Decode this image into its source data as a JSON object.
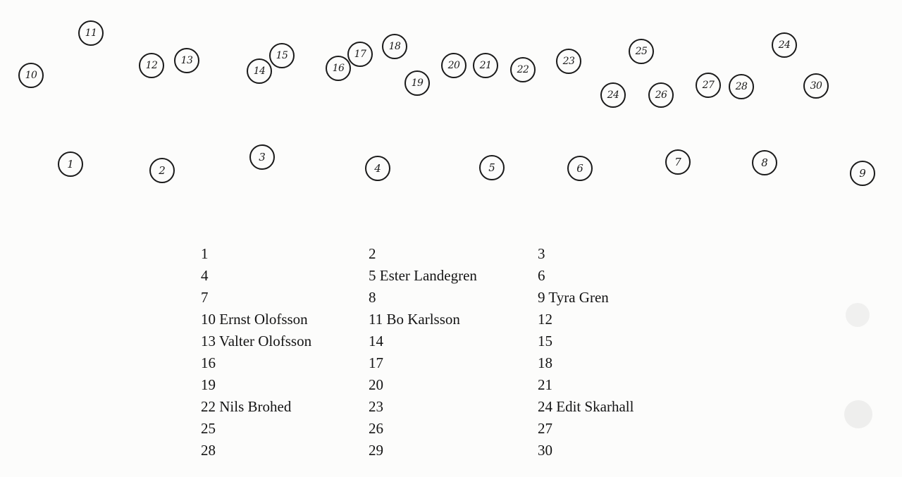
{
  "markers": [
    {
      "n": "1"
    },
    {
      "n": "2"
    },
    {
      "n": "3"
    },
    {
      "n": "4"
    },
    {
      "n": "5"
    },
    {
      "n": "6"
    },
    {
      "n": "7"
    },
    {
      "n": "8"
    },
    {
      "n": "9"
    },
    {
      "n": "10"
    },
    {
      "n": "11"
    },
    {
      "n": "12"
    },
    {
      "n": "13"
    },
    {
      "n": "14"
    },
    {
      "n": "15"
    },
    {
      "n": "16"
    },
    {
      "n": "17"
    },
    {
      "n": "18"
    },
    {
      "n": "19"
    },
    {
      "n": "20"
    },
    {
      "n": "21"
    },
    {
      "n": "22"
    },
    {
      "n": "23"
    },
    {
      "n": "24"
    },
    {
      "n": "25"
    },
    {
      "n": "24"
    },
    {
      "n": "26"
    },
    {
      "n": "27"
    },
    {
      "n": "28"
    },
    {
      "n": "30"
    }
  ],
  "legend": [
    "1",
    "2",
    "3",
    "4",
    "5 Ester Landegren",
    "6",
    "7",
    "8",
    "9 Tyra Gren",
    "10 Ernst Olofsson",
    "11 Bo Karlsson",
    "12",
    "13 Valter Olofsson",
    "14",
    "15",
    "16",
    "17",
    "18",
    "19",
    "20",
    "21",
    "22 Nils Brohed",
    "23",
    "24 Edit Skarhall",
    "25",
    "26",
    "27",
    "28",
    "29",
    "30"
  ]
}
